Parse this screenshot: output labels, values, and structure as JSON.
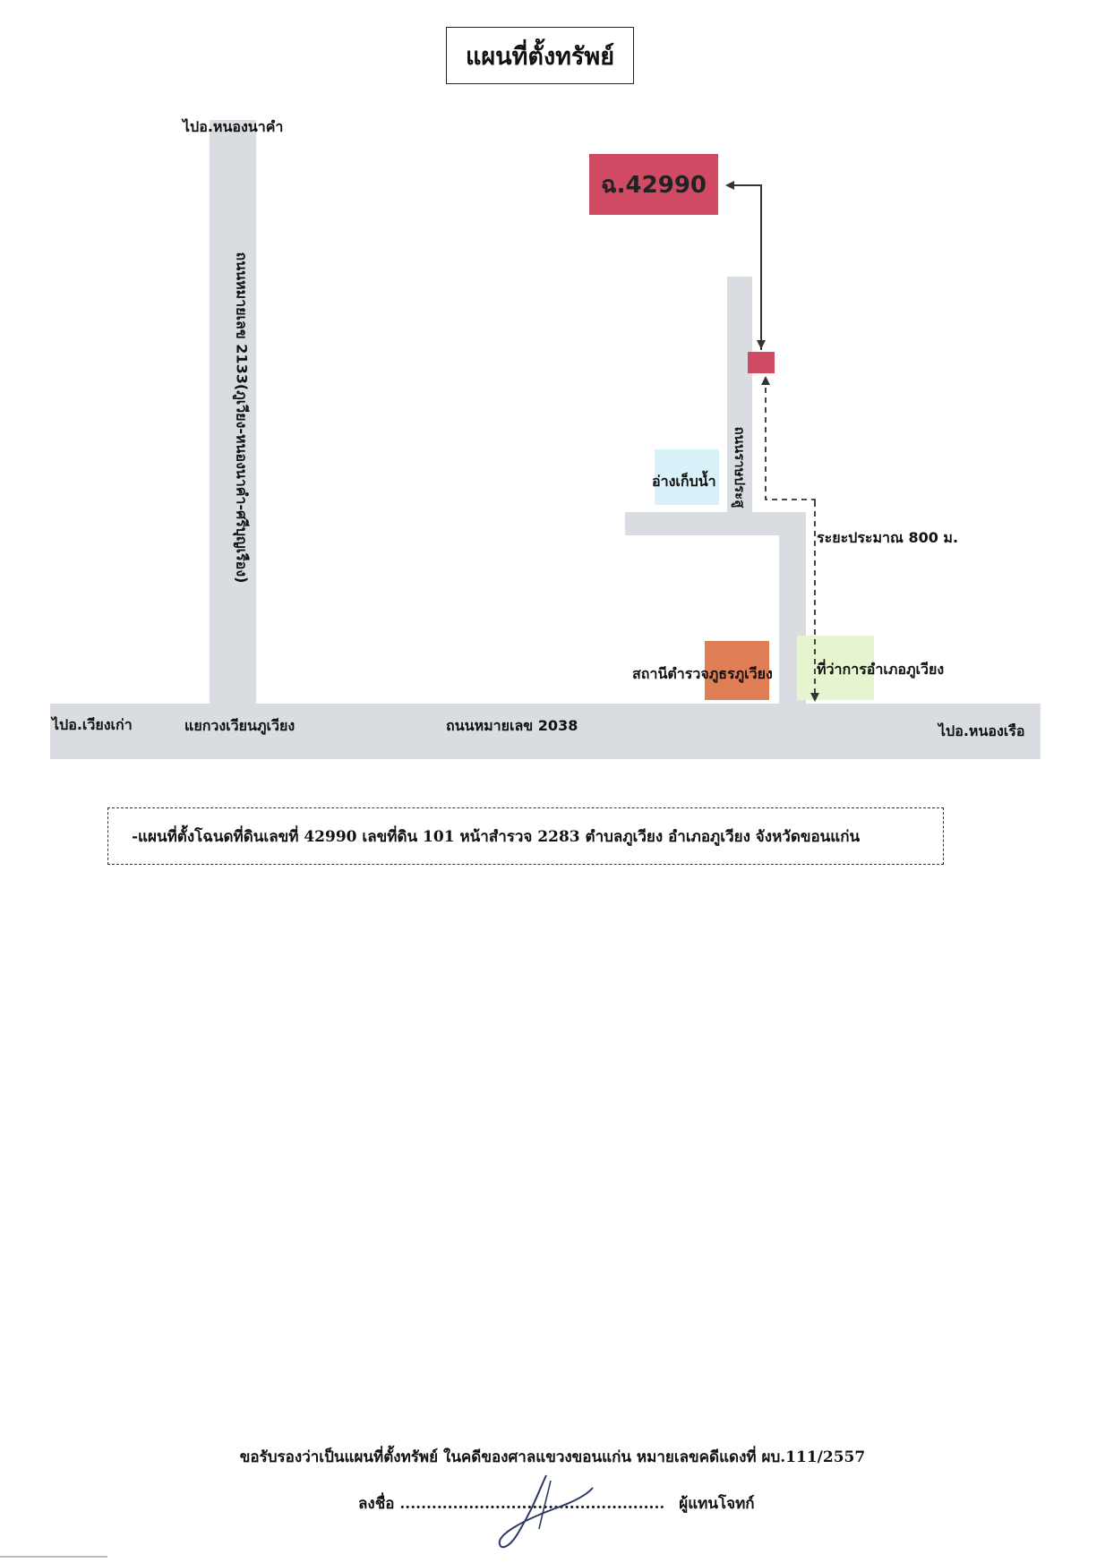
{
  "title": "แผนที่ตั้งทรัพย์",
  "map": {
    "roads": {
      "road_2038": "ถนนหมายเลข 2038",
      "road_2133": "ถนนหมายเลข 2133(ภูเวียง-หนองนาคำ-ศรีบุญเรือง)",
      "road_ratprasong": "ถนนราษประสู"
    },
    "directions": {
      "to_nong_na_kham": "ไปอ.หนองนาคำ",
      "to_wiang_kao": "ไปอ.เวียงเก่า",
      "to_nong_ruea": "ไปอ.หนองเรือ"
    },
    "roundabout": "แยกวงเวียนภูเวียง",
    "parcel_label": "ฉ.42990",
    "distance_note": "ระยะประมาณ 800 ม.",
    "landmarks": {
      "reservoir": "อ่างเก็บน้ำ",
      "police_station": "สถานีตำรวจภูธรภูเวียง",
      "district_office": "ที่ว่าการอำเภอภูเวียง"
    },
    "colors": {
      "road": "#d9dde1",
      "parcel": "#d04a63",
      "reservoir": "#d9f2f9",
      "police": "#e07f56",
      "district": "#e4f5cf"
    }
  },
  "caption": "-แผนที่ตั้งโฉนดที่ดินเลขที่ 42990 เลขที่ดิน 101  หน้าสำรวจ 2283 ตำบลภูเวียง  อำเภอภูเวียง จังหวัดขอนแก่น",
  "certification": "ขอรับรองว่าเป็นแผนที่ตั้งทรัพย์ ในคดีของศาลแขวงขอนแก่น หมายเลขคดีแดงที่  ผบ.111/2557",
  "signature": {
    "sign_label": "ลงชื่อ",
    "dots": "..................................................",
    "role": "ผู้แทนโจทก์"
  }
}
